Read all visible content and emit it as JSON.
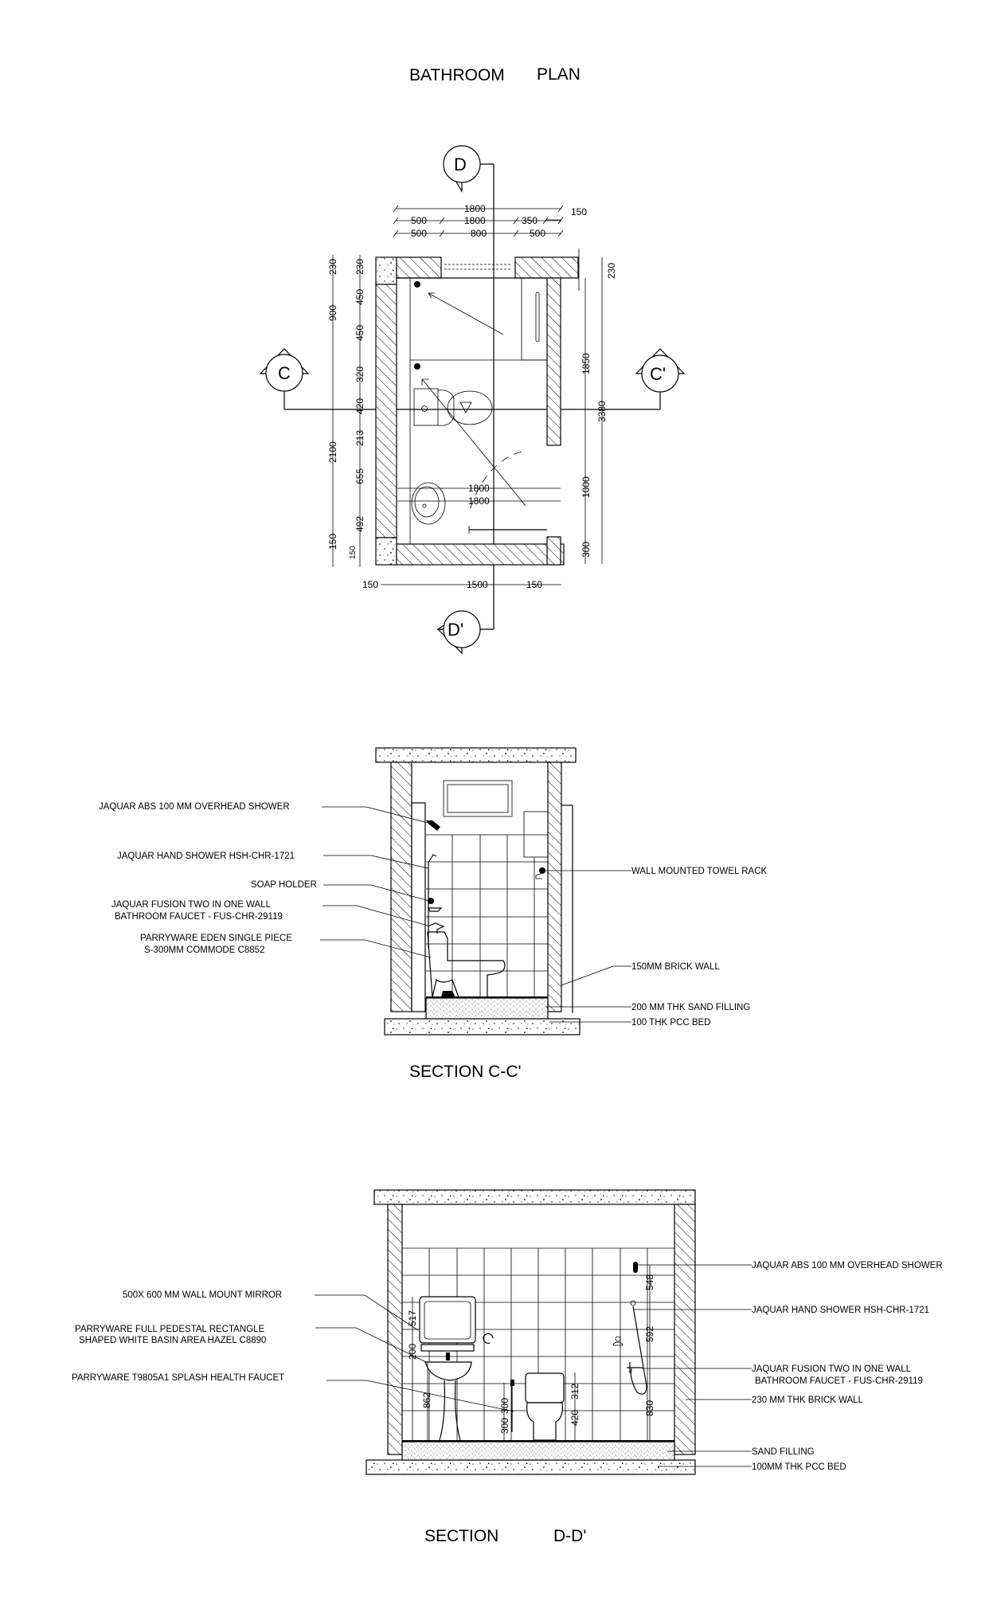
{
  "plan": {
    "title_a": "BATHROOM",
    "title_b": "PLAN",
    "markers": {
      "d_top": "D",
      "d_bottom": "D'",
      "c_left": "C",
      "c_right": "C'"
    },
    "top_dims": {
      "row1": [
        "1800",
        "150"
      ],
      "row2": [
        "500",
        "1800",
        "350"
      ],
      "row3": [
        "500",
        "800",
        "500"
      ]
    },
    "left_outer_dims": [
      "230",
      "900",
      "2100",
      "150"
    ],
    "left_inner_dims": [
      "230",
      "450",
      "450",
      "320",
      "420",
      "213",
      "655",
      "492",
      "150"
    ],
    "right_dims": [
      "1850",
      "1000",
      "300"
    ],
    "right_total": "3380",
    "right_top": "230",
    "interior_dims": [
      "1800",
      "1800"
    ],
    "bottom_dims": [
      "150",
      "1500",
      "150"
    ]
  },
  "section_cc": {
    "title": "SECTION C-C'",
    "left_labels": [
      {
        "lines": [
          "JAQUAR ABS 100 MM OVERHEAD SHOWER"
        ]
      },
      {
        "lines": [
          "JAQUAR HAND SHOWER HSH-CHR-1721"
        ]
      },
      {
        "lines": [
          "SOAP HOLDER"
        ]
      },
      {
        "lines": [
          "JAQUAR FUSION TWO IN ONE WALL",
          "BATHROOM FAUCET - FUS-CHR-29119"
        ]
      },
      {
        "lines": [
          "PARRYWARE EDEN SINGLE PIECE",
          "S-300MM COMMODE C8852"
        ]
      }
    ],
    "right_labels": [
      "WALL MOUNTED TOWEL RACK",
      "150MM  BRICK WALL",
      "200 MM THK SAND FILLING",
      "100 THK PCC BED"
    ]
  },
  "section_dd": {
    "title_a": "SECTION",
    "title_b": "D-D'",
    "left_labels": [
      {
        "lines": [
          "500X 600 MM WALL MOUNT MIRROR"
        ]
      },
      {
        "lines": [
          "PARRYWARE FULL PEDESTAL RECTANGLE",
          "SHAPED WHITE BASIN AREA HAZEL C8890"
        ]
      },
      {
        "lines": [
          "PARRYWARE T9805A1 SPLASH HEALTH FAUCET"
        ]
      }
    ],
    "right_labels": [
      {
        "lines": [
          "JAQUAR ABS 100 MM OVERHEAD SHOWER"
        ]
      },
      {
        "lines": [
          "JAQUAR HAND SHOWER HSH-CHR-1721"
        ]
      },
      {
        "lines": [
          "JAQUAR FUSION TWO IN ONE WALL",
          "BATHROOM FAUCET - FUS-CHR-29119"
        ]
      },
      {
        "lines": [
          "230 MM THK BRICK WALL"
        ]
      },
      {
        "lines": [
          "SAND FILLING"
        ]
      },
      {
        "lines": [
          "100MM THK PCC BED"
        ]
      }
    ],
    "dims": {
      "mirror_h": "517",
      "mirror_gap": "200",
      "basin_h": "862",
      "faucet_a": "300",
      "faucet_b": "300",
      "commode_tank": "312",
      "commode_h": "420",
      "shower_a": "548",
      "shower_b": "592",
      "shower_c": "830"
    }
  }
}
